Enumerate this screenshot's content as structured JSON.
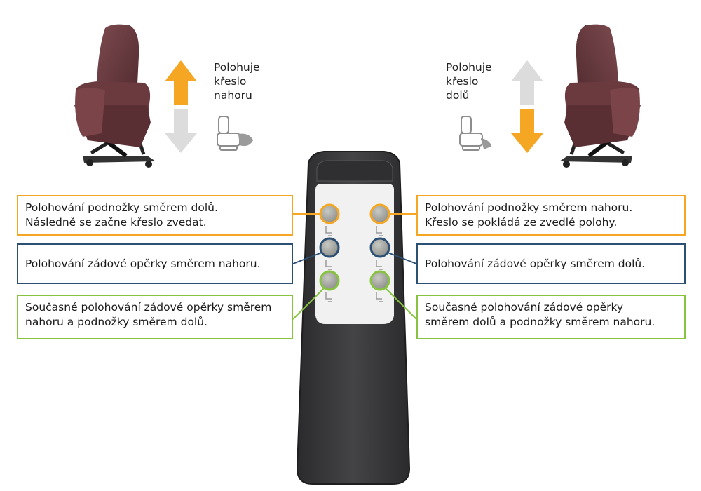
{
  "colors": {
    "orange": "#f5a623",
    "blue": "#2c4f74",
    "green": "#86c440",
    "arrow_inactive": "#dcdcdc",
    "chair": "#6b3a3f",
    "remote": "#3a3a3c",
    "panel": "#f1f1f1"
  },
  "left_chair": {
    "caption": [
      "Polohuje",
      "křeslo",
      "nahoru"
    ],
    "active_arrow": "up",
    "icon": "chair-up-icon"
  },
  "right_chair": {
    "caption": [
      "Polohuje",
      "křeslo",
      "dolů"
    ],
    "active_arrow": "down",
    "icon": "chair-down-icon"
  },
  "callouts": {
    "left_top": {
      "lines": [
        "Polohování podnožky směrem dolů.",
        "Následně se začne křeslo zvedat."
      ],
      "color": "orange"
    },
    "left_middle": {
      "lines": [
        "Polohování zádové opěrky směrem nahoru."
      ],
      "color": "blue"
    },
    "left_bottom": {
      "lines": [
        "Současné polohování zádové opěrky směrem",
        "nahoru a podnožky směrem dolů."
      ],
      "color": "green"
    },
    "right_top": {
      "lines": [
        "Polohování podnožky směrem nahoru.",
        "Křeslo se pokládá ze zvedlé polohy."
      ],
      "color": "orange"
    },
    "right_middle": {
      "lines": [
        "Polohování zádové opěrky směrem dolů."
      ],
      "color": "blue"
    },
    "right_bottom": {
      "lines": [
        "Současné polohování zádové opěrky",
        "směrem dolů a podnožky směrem nahoru."
      ],
      "color": "green"
    }
  }
}
